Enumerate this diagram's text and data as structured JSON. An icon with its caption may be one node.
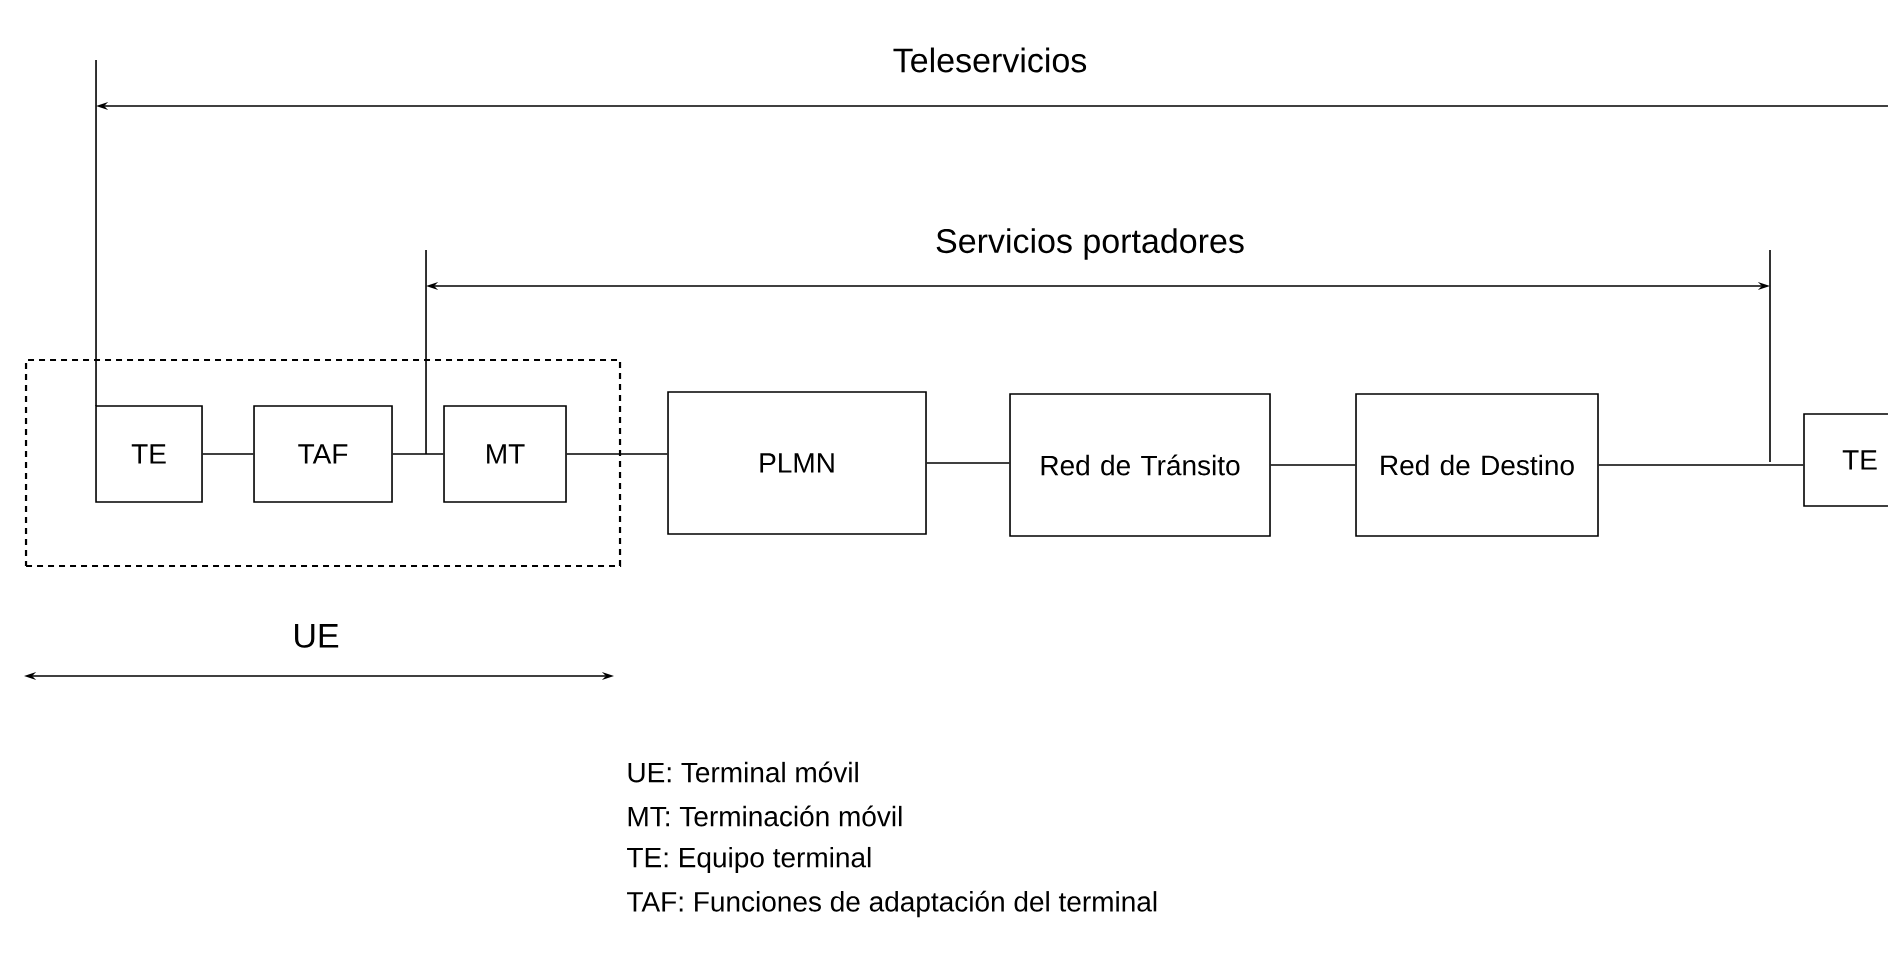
{
  "diagram": {
    "nodes": [
      {
        "text": [],
        "shape": "box"
      },
      {
        "text": [
          "TE"
        ],
        "in": 0
      },
      {
        "text": [
          "TAF"
        ],
        "in": 0
      },
      {
        "text": [
          "MT"
        ],
        "in": 0
      },
      {
        "text": [
          "PLMN"
        ]
      },
      {
        "text": [
          "Red de Tránsito"
        ]
      },
      {
        "text": [
          "Red de Destino"
        ]
      },
      {
        "text": [
          "TE"
        ]
      }
    ],
    "edges": [
      {
        "from": 1,
        "to": 2,
        "arrow": "none"
      },
      {
        "from": 2,
        "to": 3,
        "arrow": "none"
      },
      {
        "from": 3,
        "to": 4,
        "arrow": "none"
      },
      {
        "from": 4,
        "to": 5,
        "arrow": "none"
      },
      {
        "from": 5,
        "to": 6,
        "arrow": "none"
      },
      {
        "from": 6,
        "to": 7,
        "arrow": "none"
      }
    ],
    "labels": [
      "Teleservicios",
      "Servicios portadores",
      "UE",
      "UE: Terminal móvil",
      "MT: Terminación móvil",
      "TE: Equipo terminal",
      "TAF: Funciones de adaptación del terminal"
    ]
  }
}
